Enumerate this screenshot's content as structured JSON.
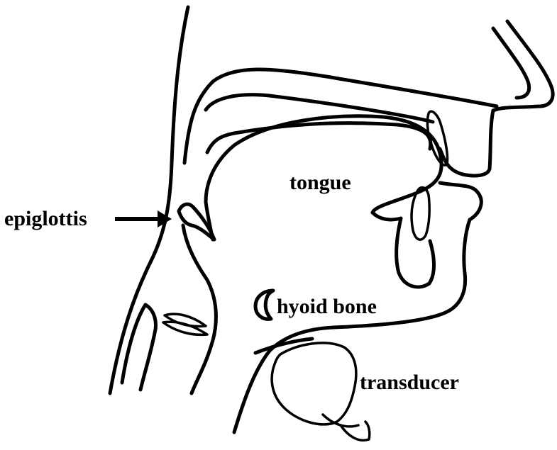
{
  "labels": {
    "tongue": "tongue",
    "epiglottis": "epiglottis",
    "hyoid_bone": "hyoid bone",
    "transducer": "transducer"
  }
}
